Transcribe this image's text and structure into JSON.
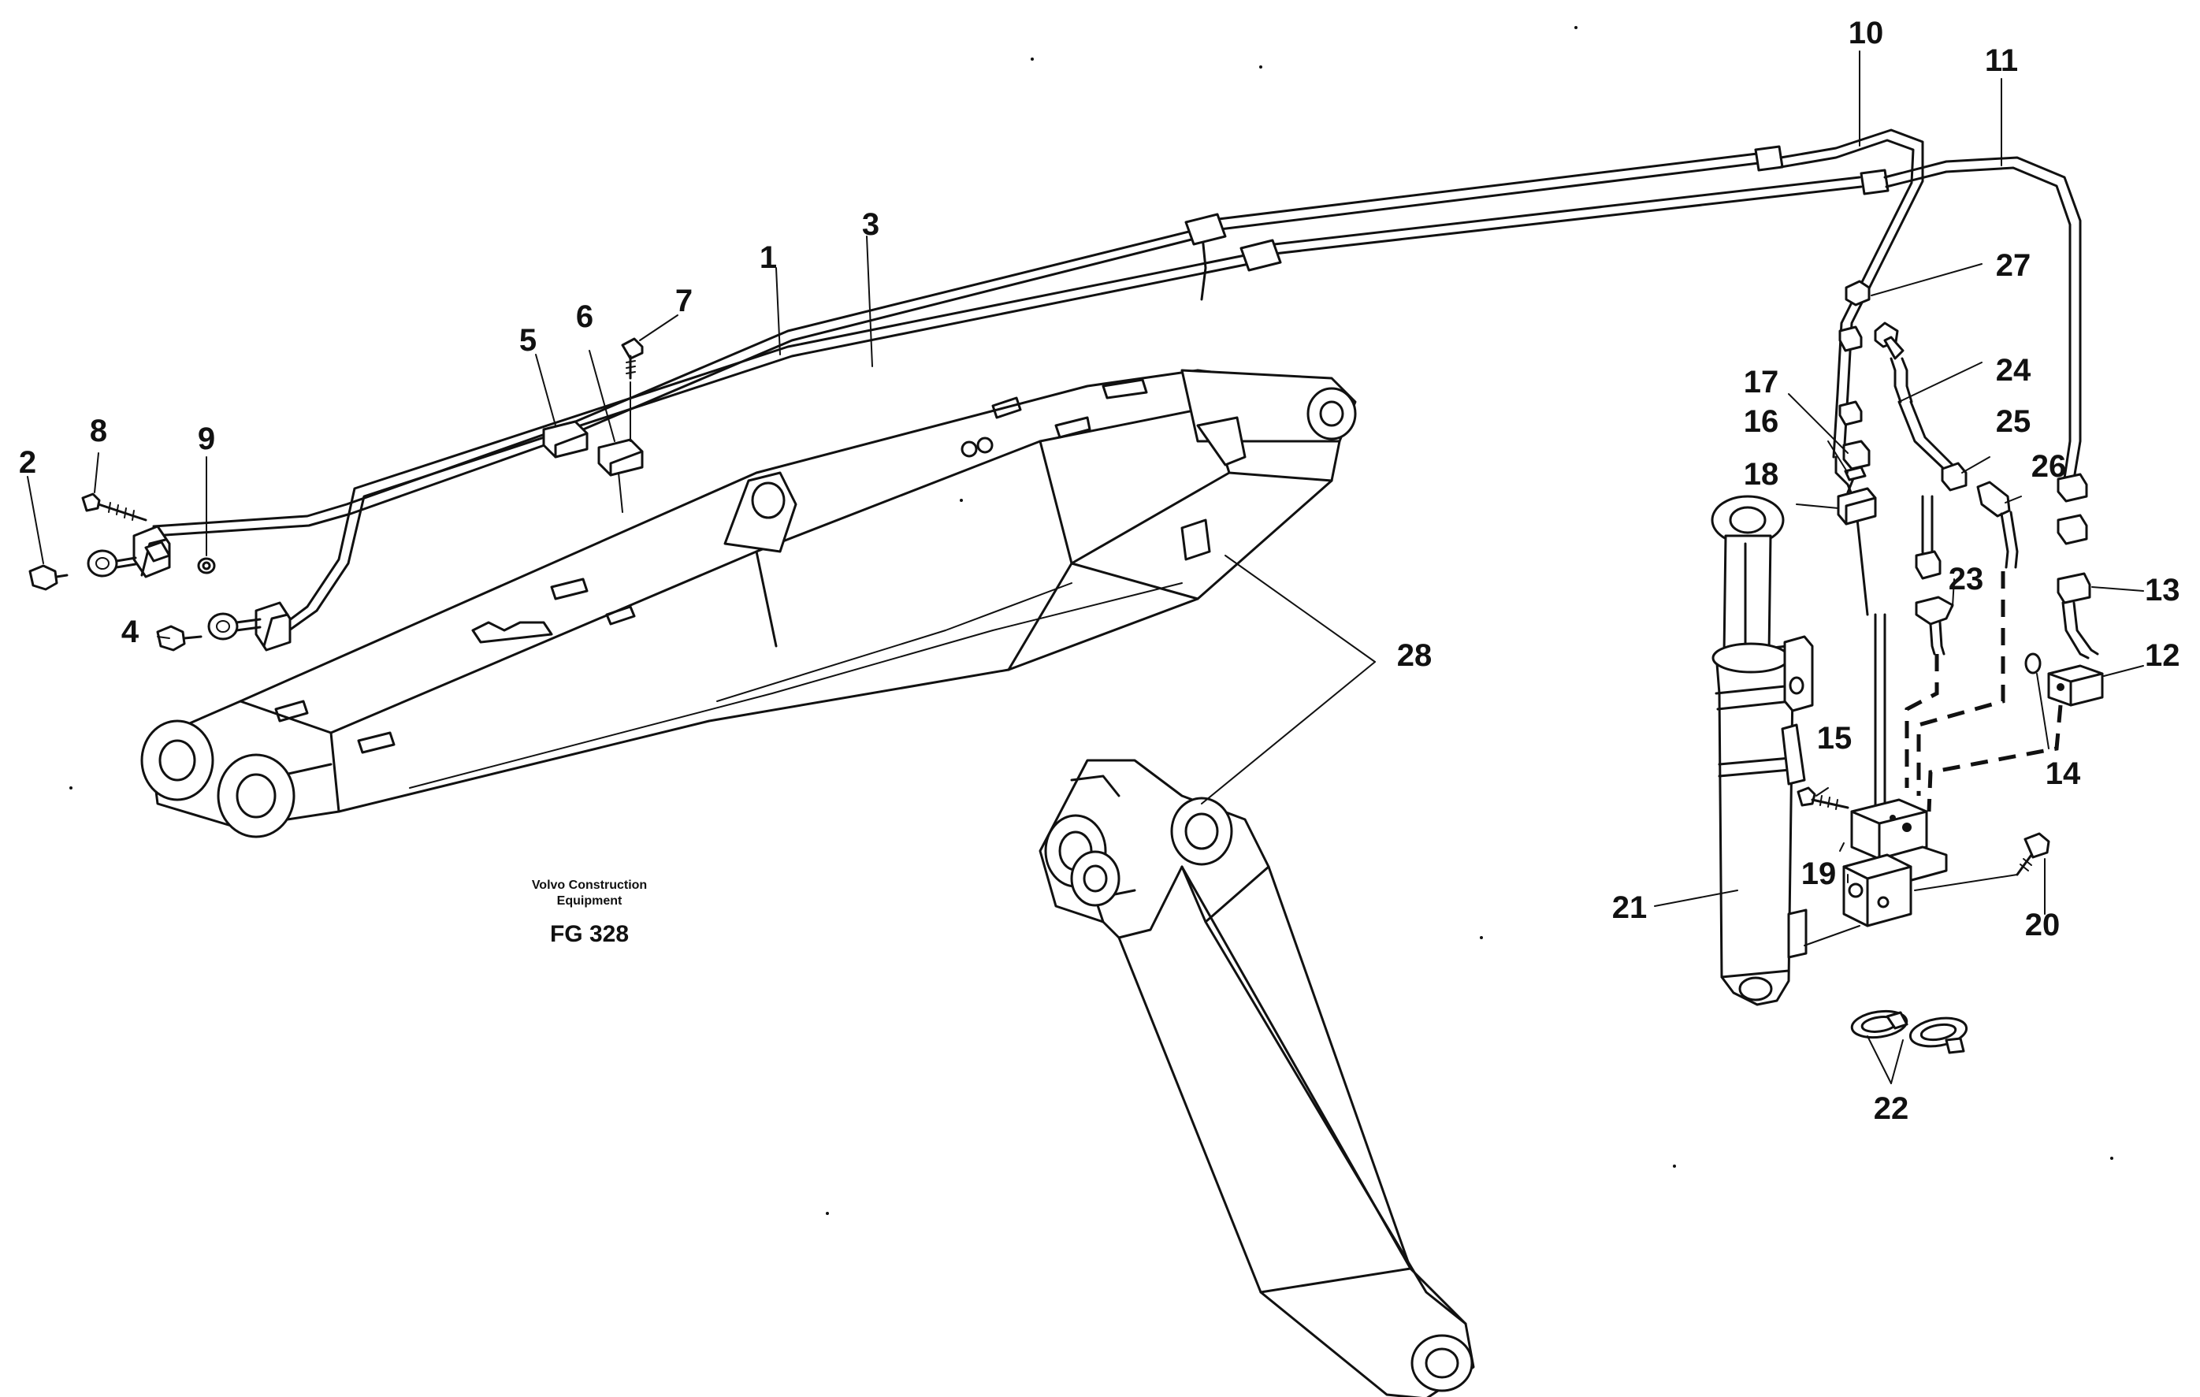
{
  "diagram": {
    "caption_line1": "Volvo Construction",
    "caption_line2": "Equipment",
    "figure_id": "FG 328",
    "callouts": {
      "c1": "1",
      "c2": "2",
      "c3": "3",
      "c4": "4",
      "c5": "5",
      "c6": "6",
      "c7": "7",
      "c8": "8",
      "c9": "9",
      "c10": "10",
      "c11": "11",
      "c12": "12",
      "c13": "13",
      "c14": "14",
      "c15": "15",
      "c16": "16",
      "c17": "17",
      "c18": "18",
      "c19": "19",
      "c20": "20",
      "c21": "21",
      "c22": "22",
      "c23": "23",
      "c24": "24",
      "c25": "25",
      "c26": "26",
      "c27": "27",
      "c28": "28"
    }
  }
}
